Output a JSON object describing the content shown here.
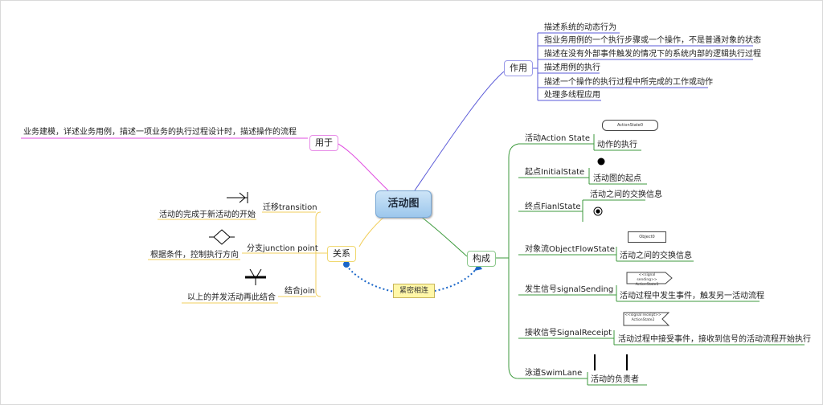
{
  "center": "活动图",
  "branches": {
    "zuoyong": {
      "label": "作用",
      "items": [
        "描述系统的动态行为",
        "指业务用例的一个执行步骤或一个操作，不是普通对象的状态",
        "描述在没有外部事件触发的情况下的系统内部的逻辑执行过程",
        "描述用例的执行",
        "描述一个操作的执行过程中所完成的工作或动作",
        "处理多线程应用"
      ]
    },
    "yongyu": {
      "label": "用于",
      "items": [
        "业务建模，详述业务用例，描述一项业务的执行过程设计时，描述操作的流程"
      ]
    },
    "guanxi": {
      "label": "关系",
      "items": [
        {
          "name": "迁移transition",
          "desc": "活动的完成于新活动的开始"
        },
        {
          "name": "分支junction point",
          "desc": "根据条件，控制执行方向"
        },
        {
          "name": "结合join",
          "desc": "以上的并发活动再此结合"
        }
      ]
    },
    "goucheng": {
      "label": "构成",
      "items": [
        {
          "name": "活动Action State",
          "desc": "动作的执行",
          "thumb_text": "ActionState0"
        },
        {
          "name": "起点InitialState",
          "desc": "活动图的起点"
        },
        {
          "name": "终点FianlState",
          "desc": "活动之间的交换信息"
        },
        {
          "name": "对象流ObjectFlowState",
          "desc": "活动之间的交换信息",
          "thumb_text": "Object0"
        },
        {
          "name": "发生信号signalSending",
          "desc": "活动过程中发生事件，触发另一活动流程",
          "thumb_text": "<<signal sending>> ActionState1"
        },
        {
          "name": "接收信号SignalReceipt",
          "desc": "活动过程中接受事件，接收到信号的活动流程开始执行",
          "thumb_text": "<<signal receipt>> ActionState2"
        },
        {
          "name": "泳道SwimLane",
          "desc": "活动的负责者"
        }
      ]
    }
  },
  "connector_tag": "紧密相连",
  "colors": {
    "zuoyong": "#5a5ad8",
    "yongyu": "#e04ce0",
    "guanxi": "#f2cf5c",
    "goucheng": "#3c9a3c",
    "dotted": "#1a66c8"
  }
}
